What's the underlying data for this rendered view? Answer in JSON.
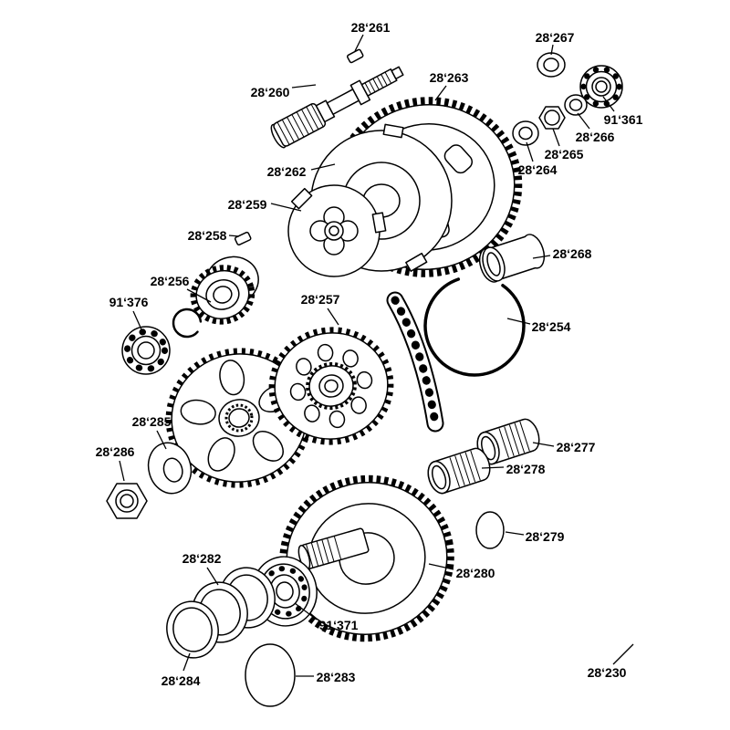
{
  "diagram": {
    "kind": "exploded-parts-diagram",
    "background_color": "#ffffff",
    "line_color": "#000000",
    "text_color": "#000000"
  },
  "parts": [
    {
      "label": "28‘261",
      "name": "roller-pin"
    },
    {
      "label": "28‘267",
      "name": "washer"
    },
    {
      "label": "28‘260",
      "name": "main-shaft"
    },
    {
      "label": "28‘263",
      "name": "clutch-gear"
    },
    {
      "label": "91‘361",
      "name": "ball-bearing"
    },
    {
      "label": "28‘266",
      "name": "spacer-ring"
    },
    {
      "label": "28‘265",
      "name": "hex-nut"
    },
    {
      "label": "28‘264",
      "name": "lock-washer"
    },
    {
      "label": "28‘262",
      "name": "drive-flange"
    },
    {
      "label": "28‘259",
      "name": "cam-plate"
    },
    {
      "label": "28‘258",
      "name": "pin"
    },
    {
      "label": "28‘268",
      "name": "bushing"
    },
    {
      "label": "28‘256",
      "name": "splined-hub"
    },
    {
      "label": "91‘376",
      "name": "ball-bearing"
    },
    {
      "label": "28‘257",
      "name": "sprocket-set"
    },
    {
      "label": "28‘254",
      "name": "snap-ring"
    },
    {
      "label": "28‘285",
      "name": "washer"
    },
    {
      "label": "28‘286",
      "name": "hex-nut"
    },
    {
      "label": "28‘277",
      "name": "needle-bearing"
    },
    {
      "label": "28‘278",
      "name": "needle-bearing"
    },
    {
      "label": "28‘279",
      "name": "shim"
    },
    {
      "label": "28‘280",
      "name": "drive-gear"
    },
    {
      "label": "28‘282",
      "name": "bearing-race"
    },
    {
      "label": "91‘371",
      "name": "ball-bearing"
    },
    {
      "label": "28‘284",
      "name": "bearing-race"
    },
    {
      "label": "28‘283",
      "name": "o-ring"
    },
    {
      "label": "28‘230",
      "name": "complete-assembly"
    }
  ]
}
